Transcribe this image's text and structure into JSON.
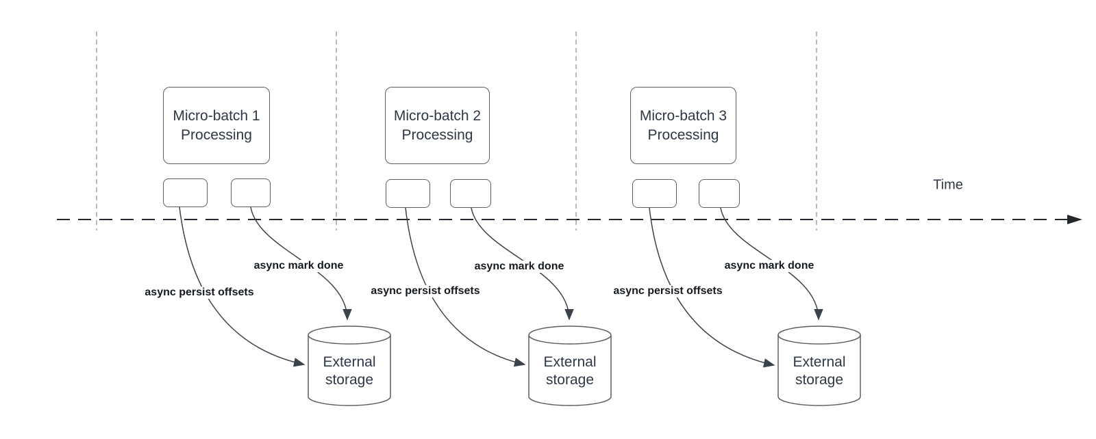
{
  "diagram": {
    "time_axis": {
      "label": "Time"
    },
    "groups": [
      {
        "process_box": {
          "line1": "Micro-batch 1",
          "line2": "Processing"
        },
        "persist_arrow_label": "async persist offsets",
        "done_arrow_label": "async mark done",
        "storage": {
          "line1": "External",
          "line2": "storage"
        }
      },
      {
        "process_box": {
          "line1": "Micro-batch 2",
          "line2": "Processing"
        },
        "persist_arrow_label": "async persist offsets",
        "done_arrow_label": "async mark done",
        "storage": {
          "line1": "External",
          "line2": "storage"
        }
      },
      {
        "process_box": {
          "line1": "Micro-batch 3",
          "line2": "Processing"
        },
        "persist_arrow_label": "async persist offsets",
        "done_arrow_label": "async mark done",
        "storage": {
          "line1": "External",
          "line2": "storage"
        }
      }
    ],
    "colors": {
      "shape_stroke": "#595f66",
      "arrow_stroke": "#3b424b",
      "timeline_stroke": "#23282e",
      "guide_stroke": "#a8a8a8",
      "text": "#2e3744",
      "edge_label_text": "#14181f",
      "background": "#ffffff"
    }
  }
}
